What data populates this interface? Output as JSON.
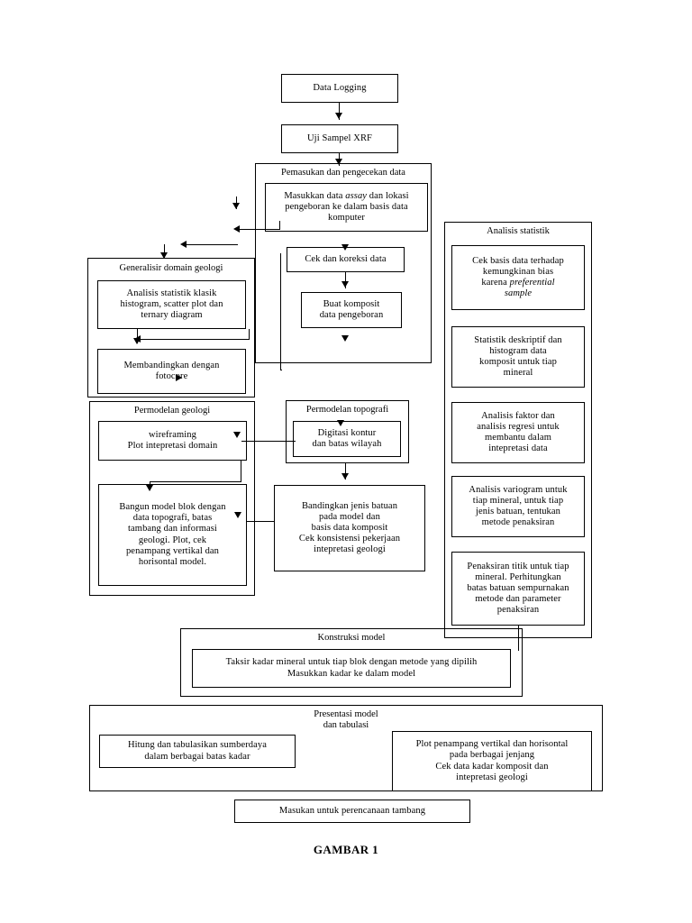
{
  "figure": {
    "caption": "GAMBAR 1",
    "language": "id"
  },
  "nodes": {
    "data_logging": "Data Logging",
    "uji_sampel": "Uji Sampel XRF",
    "pemasukan_title": "Pemasukan dan pengecekan data",
    "masukkan_assay_pre": "Masukkan data ",
    "masukkan_assay_ital": "assay",
    "masukkan_assay_post": " dan lokasi\npengeboran ke dalam basis data\nkomputer",
    "cek_koreksi": "Cek dan koreksi data",
    "buat_komposit": "Buat komposit\ndata pengeboran",
    "generalisir_title": "Generalisir domain geologi",
    "analisis_klasik": "Analisis statistik klasik\nhistogram, scatter plot dan\nternary diagram",
    "membandingkan_fotocore": "Membandingkan dengan\nfotocore",
    "permodelan_geologi_title": "Permodelan geologi",
    "wireframing": "wireframing\nPlot intepretasi domain",
    "bangun_model_blok": "Bangun model blok dengan\ndata topografi, batas\ntambang dan informasi\ngeologi. Plot, cek\npenampang vertikal dan\nhorisontal  model.",
    "permodelan_topografi_title": "Permodelan topografi",
    "digitasi_kontur": "Digitasi kontur\ndan batas wilayah",
    "bandingkan_jenis_batuan": "Bandingkan jenis batuan\npada model dan\nbasis data komposit\nCek konsistensi pekerjaan\nintepretasi geologi",
    "analisis_statistik_title": "Analisis statistik",
    "cek_basis_pre": "Cek basis data terhadap\nkemungkinan bias\nkarena ",
    "cek_basis_ital": "preferential\nsample",
    "statistik_deskriptif": "Statistik deskriptif dan\nhistogram data\nkomposit untuk tiap\nmineral",
    "analisis_faktor": "Analisis faktor dan\nanalisis regresi untuk\nmembantu dalam\nintepretasi data",
    "analisis_variogram": "Analisis variogram untuk\ntiap mineral, untuk tiap\njenis batuan, tentukan\nmetode penaksiran",
    "penaksiran_titik": "Penaksiran titik untuk tiap\nmineral. Perhitungkan\nbatas batuan sempurnakan\nmetode dan parameter\npenaksiran",
    "konstruksi_title": "Konstruksi model",
    "taksir_kadar": "Taksir kadar mineral untuk tiap blok dengan metode yang dipilih\nMasukkan kadar ke dalam model",
    "presentasi_title": "Presentasi model\ndan tabulasi",
    "hitung_tabulasikan": "Hitung dan tabulasikan sumberdaya\ndalam berbagai batas kadar",
    "plot_penampang": "Plot penampang vertikal dan horisontal\npada berbagai jenjang\nCek data kadar komposit dan\nintepretasi geologi",
    "masukan_perencanaan": "Masukan untuk perencanaan tambang"
  },
  "colors": {
    "stroke": "#000000",
    "background": "#ffffff",
    "text": "#000000"
  }
}
